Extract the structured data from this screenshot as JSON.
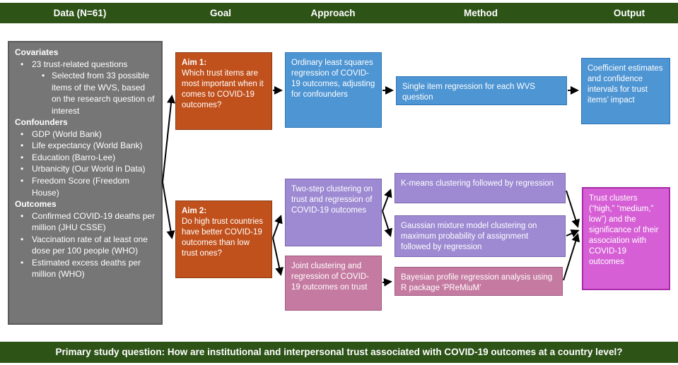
{
  "header": {
    "columns": [
      "Data (N=61)",
      "Goal",
      "Approach",
      "Method",
      "Output"
    ]
  },
  "data_panel": {
    "covariates_heading": "Covariates",
    "covariates_item": "23 trust-related questions",
    "covariates_subitem": "Selected from 33 possible items of the WVS, based on the research question of interest",
    "confounders_heading": "Confounders",
    "confounders": [
      "GDP (World Bank)",
      "Life expectancy (World Bank)",
      "Education (Barro-Lee)",
      "Urbanicity (Our World in Data)",
      "Freedom Score (Freedom House)"
    ],
    "outcomes_heading": "Outcomes",
    "outcomes": [
      "Confirmed COVID-19 deaths per million (JHU CSSE)",
      "Vaccination rate of at least one dose per 100 people (WHO)",
      "Estimated excess deaths per million (WHO)"
    ]
  },
  "aim1": {
    "title": "Aim 1:",
    "question": "Which trust items are most important when it comes to COVID-19 outcomes?"
  },
  "aim2": {
    "title": "Aim 2:",
    "question": "Do high trust countries have better COVID-19 outcomes than low trust ones?"
  },
  "approach1": "Ordinary least squares regression of COVID-19 outcomes, adjusting for confounders",
  "approach2a": "Two-step clustering on trust and regression of COVID-19 outcomes",
  "approach2b": "Joint clustering and regression of COVID-19 outcomes on trust",
  "method1": "Single item regression for each WVS question",
  "method2a": "K-means clustering followed by regression",
  "method2b": "Gaussian mixture model clustering on maximum probability of assignment followed by regression",
  "method2c": "Bayesian profile regression analysis using R package ‘PReMiuM’",
  "output1": "Coefficient estimates and confidence intervals for trust items’ impact",
  "output2": "Trust clusters (“high,” “medium,” low”) and the significance of their association with COVID-19 outcomes",
  "footer": {
    "text": "Primary study question: How are institutional and interpersonal trust associated with COVID-19 outcomes at a country level?"
  },
  "colors": {
    "bar-green": "#2d5317",
    "panel-gray": "#767676",
    "panel-gray-border": "#5a5a5a",
    "aim-orange": "#c1511c",
    "aim-orange-border": "#8a3a10",
    "blue": "#4e95d3",
    "blue-border": "#2e75b6",
    "purple": "#9d8ad2",
    "purple-border": "#7a67b0",
    "pink": "#c57ba1",
    "pink-border": "#a15a80",
    "magenta": "#d65fd6",
    "magenta-border": "#a82ba8"
  }
}
